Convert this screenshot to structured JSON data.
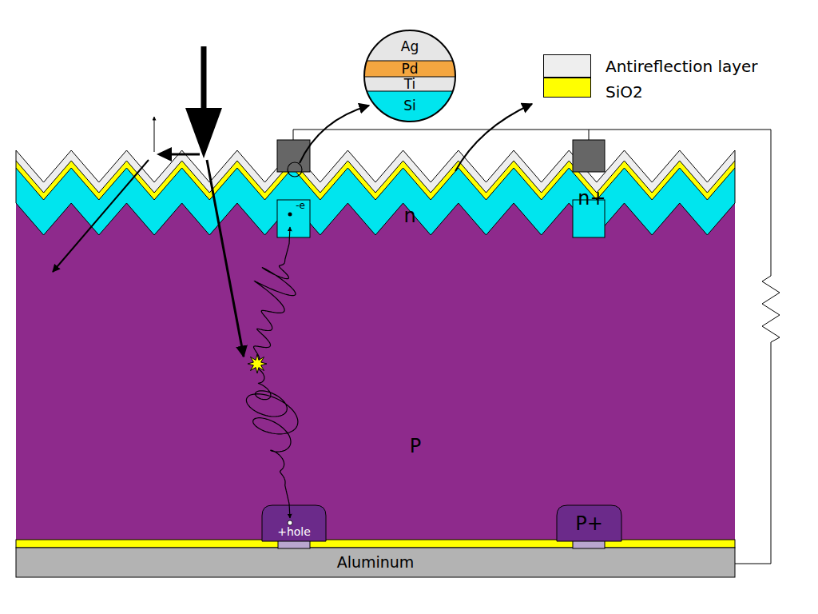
{
  "diagram": {
    "nodes": [
      {
        "text": [
          "Ag"
        ]
      },
      {
        "text": [
          "Pd"
        ]
      },
      {
        "text": [
          "Ti"
        ]
      },
      {
        "text": [
          "Si"
        ]
      },
      {
        "text": [
          "P"
        ]
      },
      {
        "text": [
          "+hole"
        ],
        "in": 4
      },
      {
        "text": [
          "P+"
        ],
        "in": 4
      },
      {
        "text": [
          "Aluminum"
        ]
      }
    ],
    "labels": [
      "-e",
      "n",
      "n+"
    ],
    "legend": [
      {
        "text": "Antireflection layer",
        "color": "#eeeeee"
      },
      {
        "text": "SiO2",
        "color": "#ffff00"
      }
    ]
  }
}
